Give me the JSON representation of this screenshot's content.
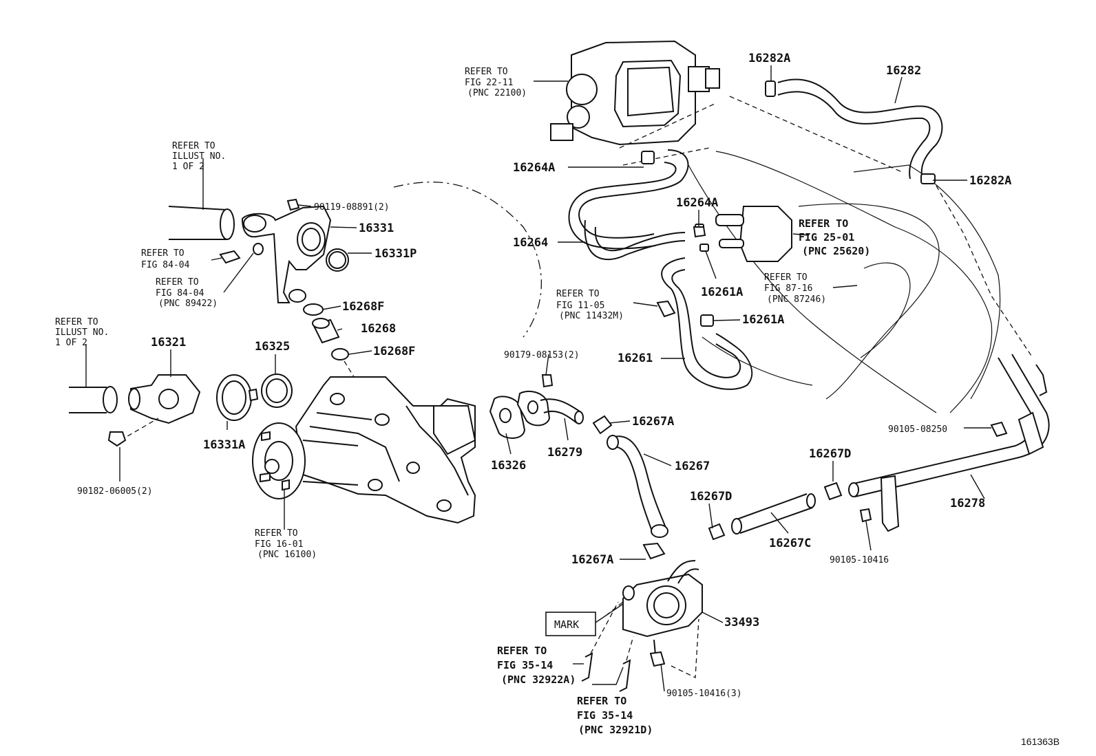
{
  "diagram_id": "161363B",
  "mark_label": "MARK",
  "parts": {
    "p16282A_top": "16282A",
    "p16282": "16282",
    "p16282A_right": "16282A",
    "p16264A_top": "16264A",
    "p16264A_mid": "16264A",
    "p16264": "16264",
    "p16261A_a": "16261A",
    "p16261A_b": "16261A",
    "p16261": "16261",
    "p16331": "16331",
    "p16331P": "16331P",
    "p16268F_a": "16268F",
    "p16268": "16268",
    "p16268F_b": "16268F",
    "p16321": "16321",
    "p16325": "16325",
    "p16331A": "16331A",
    "p16326": "16326",
    "p16279": "16279",
    "p16267A_a": "16267A",
    "p16267": "16267",
    "p16267D_a": "16267D",
    "p16267D_b": "16267D",
    "p16267C": "16267C",
    "p16267A_b": "16267A",
    "p16278": "16278",
    "p33493": "33493",
    "b90119": "90119-08891(2)",
    "b90182": "90182-06005(2)",
    "b90179": "90179-08153(2)",
    "b90105_08250": "90105-08250",
    "b90105_10416": "90105-10416",
    "b90105_10416_3": "90105-10416(3)"
  },
  "refs": {
    "fig2211": [
      "REFER TO",
      "FIG 22-11",
      "(PNC 22100)"
    ],
    "illust1": [
      "REFER TO",
      "ILLUST NO.",
      "1 OF 2"
    ],
    "illust2": [
      "REFER TO",
      "ILLUST NO.",
      "1 OF 2"
    ],
    "fig8404a": [
      "REFER TO",
      "FIG 84-04"
    ],
    "fig8404b": [
      "REFER TO",
      "FIG 84-04",
      "(PNC 89422)"
    ],
    "fig2501": [
      "REFER TO",
      "FIG 25-01",
      "(PNC 25620)"
    ],
    "fig8716": [
      "REFER TO",
      "FIG 87-16",
      "(PNC 87246)"
    ],
    "fig1105": [
      "REFER TO",
      "FIG 11-05",
      "(PNC 11432M)"
    ],
    "fig1601": [
      "REFER TO",
      "FIG 16-01",
      "(PNC 16100)"
    ],
    "fig3514a": [
      "REFER TO",
      "FIG 35-14",
      "(PNC 32922A)"
    ],
    "fig3514b": [
      "REFER TO",
      "FIG 35-14",
      "(PNC 32921D)"
    ]
  }
}
